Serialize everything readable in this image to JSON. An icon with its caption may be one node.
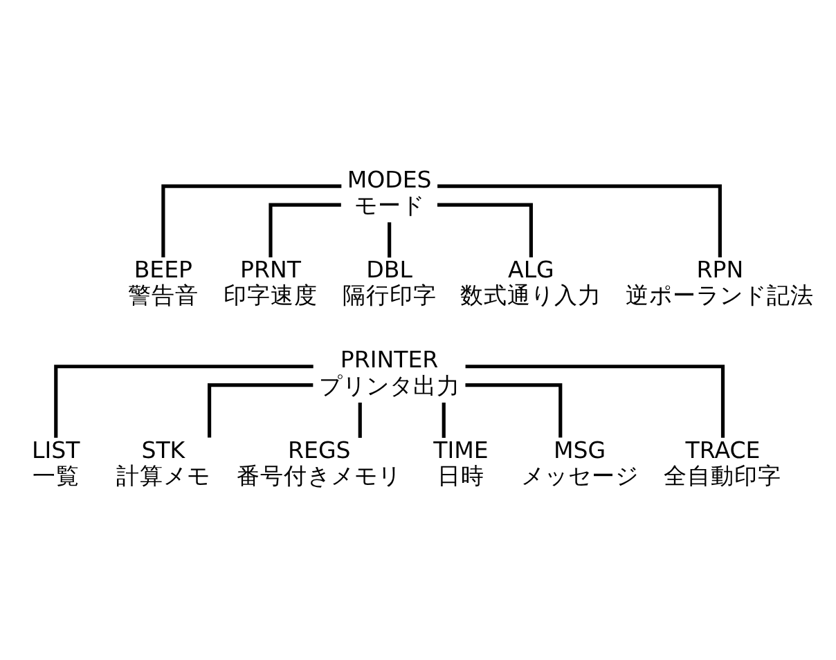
{
  "diagram": {
    "nodes": [
      {
        "text": [
          "MODES",
          "モード"
        ]
      },
      {
        "text": [
          "BEEP",
          "警告音"
        ]
      },
      {
        "text": [
          "PRNT",
          "印字速度"
        ]
      },
      {
        "text": [
          "DBL",
          "隔行印字"
        ]
      },
      {
        "text": [
          "ALG",
          "数式通り入力"
        ]
      },
      {
        "text": [
          "RPN",
          "逆ポーランド記法"
        ]
      },
      {
        "text": [
          "PRINTER",
          "プリンタ出力"
        ]
      },
      {
        "text": [
          "LIST",
          "一覧"
        ]
      },
      {
        "text": [
          "STK",
          "計算メモ"
        ]
      },
      {
        "text": [
          "REGS",
          "番号付きメモリ"
        ]
      },
      {
        "text": [
          "TIME",
          "日時"
        ]
      },
      {
        "text": [
          "MSG",
          "メッセージ"
        ]
      },
      {
        "text": [
          "TRACE",
          "全自動印字"
        ]
      }
    ],
    "edges": [
      {
        "from": 0,
        "to": 1,
        "arrow": "none"
      },
      {
        "from": 0,
        "to": 2,
        "arrow": "none"
      },
      {
        "from": 0,
        "to": 3,
        "arrow": "none"
      },
      {
        "from": 0,
        "to": 4,
        "arrow": "none"
      },
      {
        "from": 0,
        "to": 5,
        "arrow": "none"
      },
      {
        "from": 6,
        "to": 7,
        "arrow": "none"
      },
      {
        "from": 6,
        "to": 8,
        "arrow": "none"
      },
      {
        "from": 6,
        "to": 9,
        "arrow": "none"
      },
      {
        "from": 6,
        "to": 10,
        "arrow": "none"
      },
      {
        "from": 6,
        "to": 11,
        "arrow": "none"
      },
      {
        "from": 6,
        "to": 12,
        "arrow": "none"
      }
    ]
  }
}
